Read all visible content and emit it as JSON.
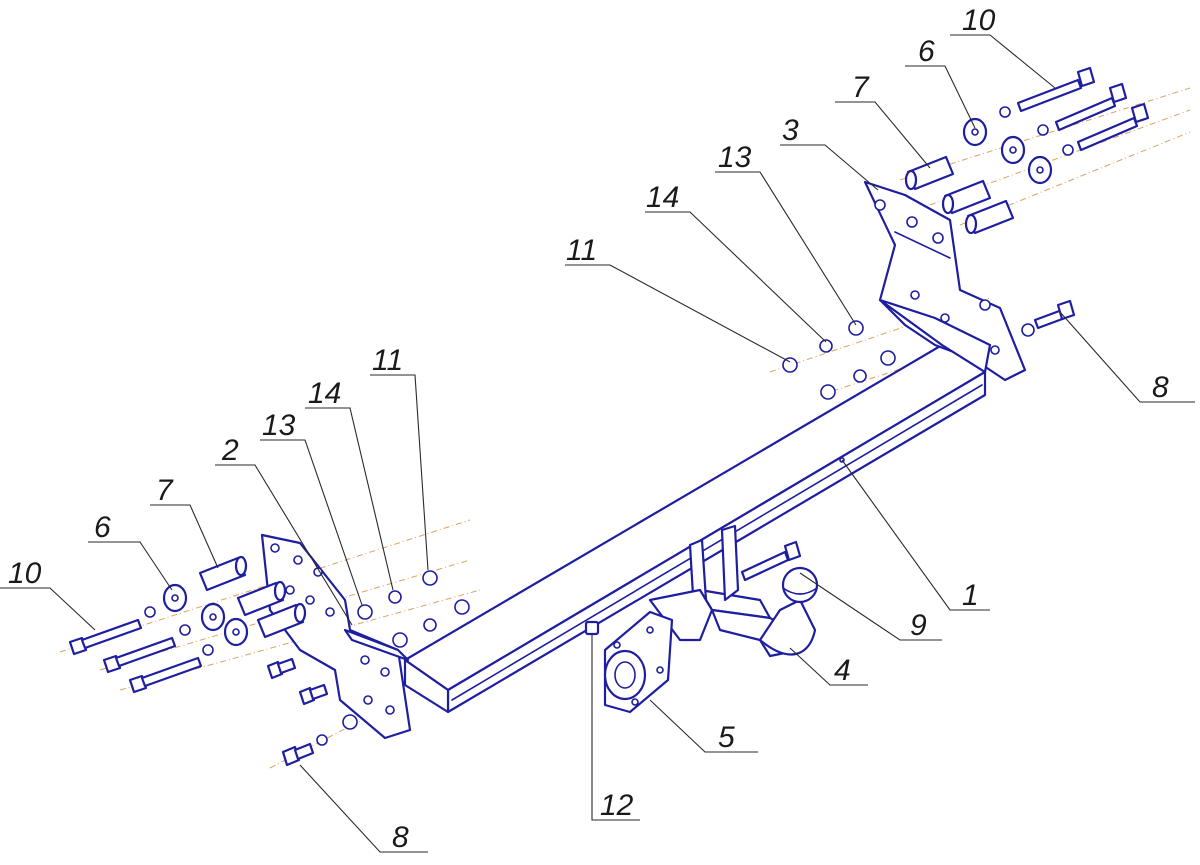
{
  "diagram": {
    "callouts": [
      {
        "id": "c10-left",
        "text": "10"
      },
      {
        "id": "c6-left",
        "text": "6"
      },
      {
        "id": "c7-left",
        "text": "7"
      },
      {
        "id": "c2",
        "text": "2"
      },
      {
        "id": "c13-left",
        "text": "13"
      },
      {
        "id": "c14-left",
        "text": "14"
      },
      {
        "id": "c11-left",
        "text": "11"
      },
      {
        "id": "c8-bottom",
        "text": "8"
      },
      {
        "id": "c12",
        "text": "12"
      },
      {
        "id": "c5",
        "text": "5"
      },
      {
        "id": "c4",
        "text": "4"
      },
      {
        "id": "c9",
        "text": "9"
      },
      {
        "id": "c1",
        "text": "1"
      },
      {
        "id": "c8-right",
        "text": "8"
      },
      {
        "id": "c11-right",
        "text": "11"
      },
      {
        "id": "c14-right",
        "text": "14"
      },
      {
        "id": "c13-right",
        "text": "13"
      },
      {
        "id": "c3",
        "text": "3"
      },
      {
        "id": "c7-right",
        "text": "7"
      },
      {
        "id": "c6-right",
        "text": "6"
      },
      {
        "id": "c10-right",
        "text": "10"
      }
    ]
  },
  "colors": {
    "line": "#1e1ea0",
    "axis": "#e0a060",
    "leader": "#2a2a2a",
    "background": "#ffffff"
  }
}
